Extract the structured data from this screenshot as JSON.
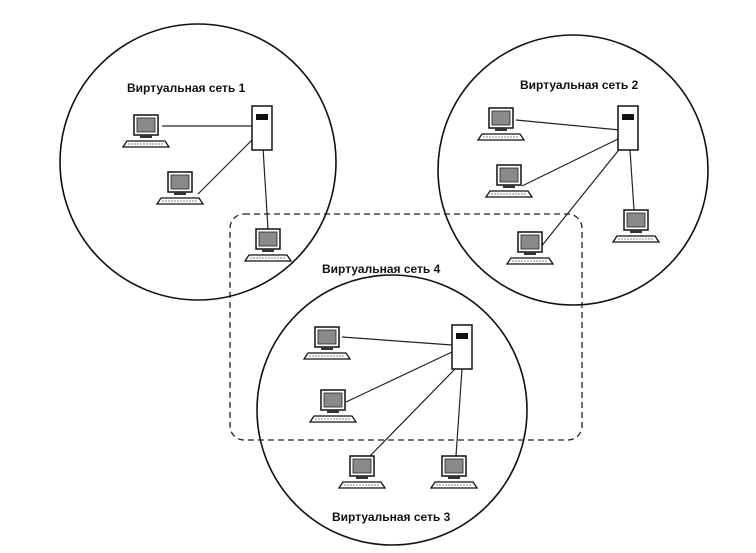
{
  "networks": [
    {
      "id": "1",
      "label": "Виртуальная сеть 1"
    },
    {
      "id": "2",
      "label": "Виртуальная сеть 2"
    },
    {
      "id": "3",
      "label": "Виртуальная сеть 3"
    },
    {
      "id": "4",
      "label": "Виртуальная сеть 4"
    }
  ],
  "icons": {
    "workstation": "workstation-icon",
    "switch": "switch-icon"
  },
  "colors": {
    "stroke": "#111111",
    "screen": "#8a8a8a",
    "background": "#ffffff"
  }
}
